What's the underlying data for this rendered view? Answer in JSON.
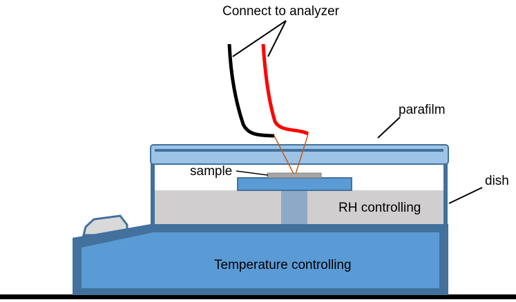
{
  "labels": {
    "connect": "Connect to analyzer",
    "parafilm": "parafilm",
    "sample": "sample",
    "dish": "dish",
    "rh": "RH controlling",
    "temperature": "Temperature controlling"
  },
  "colors": {
    "stage_fill": "#5b9bd5",
    "stage_border": "#41719c",
    "parafilm_fill": "#9dc3e6",
    "rh_fill": "#d0cece",
    "pillar_fill": "#8ea9c8",
    "sample_fill": "#a6a6a6",
    "wire_black": "#000000",
    "wire_red": "#ff0000",
    "probe": "#c55a11"
  }
}
